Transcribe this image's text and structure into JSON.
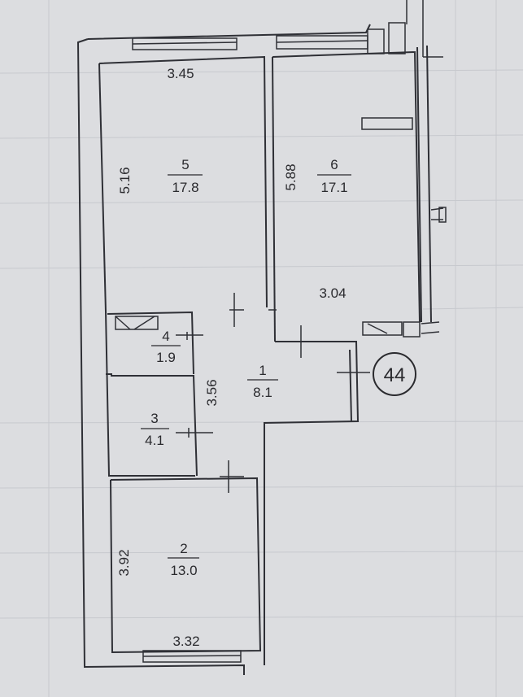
{
  "plan": {
    "apartment_number": "44",
    "rooms": [
      {
        "id": "room-5",
        "number": "5",
        "area": "17.8"
      },
      {
        "id": "room-6",
        "number": "6",
        "area": "17.1"
      },
      {
        "id": "room-4",
        "number": "4",
        "area": "1.9"
      },
      {
        "id": "room-3",
        "number": "3",
        "area": "4.1"
      },
      {
        "id": "room-1",
        "number": "1",
        "area": "8.1"
      },
      {
        "id": "room-2",
        "number": "2",
        "area": "13.0"
      }
    ],
    "dimensions": {
      "room5_width": "3.45",
      "room5_length": "5.16",
      "room6_length": "5.88",
      "room6_width": "3.04",
      "hall_length": "3.56",
      "room2_length": "3.92",
      "room2_width": "3.32"
    }
  },
  "colors": {
    "paper": "#e4e5e7",
    "wall": "#2f3036",
    "grid": "#c9cbd0",
    "background": "#d9dadc"
  }
}
